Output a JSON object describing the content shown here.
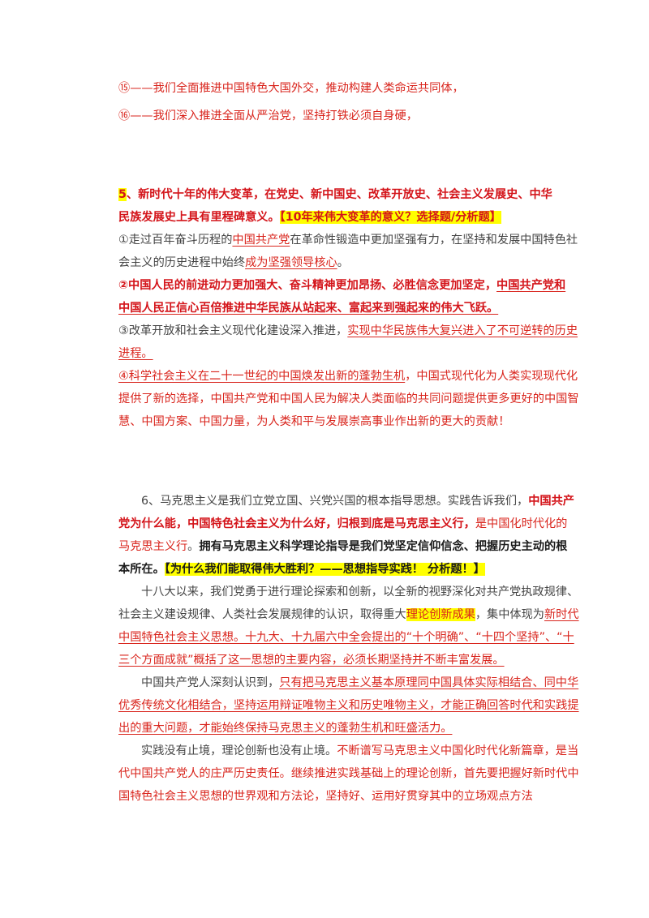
{
  "item15": "⑮——我们全面推进中国特色大国外交，推动构建人类命运共同体，",
  "item16": "⑯——我们深入推进全面从严治党，坚持打铁必须自身硬，",
  "s5": {
    "num": "5",
    "head_a": "、新时代十年的伟大变革，在党史、新中国史、改革开放史、社会主义发展史、中华",
    "head_b": "民族发展史上具有里程碑意义。",
    "tag": "【10年来伟大变革的意义？选择题/分析题】",
    "p1a_1": "①走过百年奋斗历程的",
    "p1a_2": "中国共产党",
    "p1a_3": "在革命性锻造中更加坚强有力，在坚持和发展中国特色社",
    "p1b_1": "会主义的历史进程中始终",
    "p1b_2": "成为坚强领导核心",
    "p1b_3": "。",
    "p2a_1": "②中国人民的前进动力更加强大、奋斗精神更加昂扬、必胜信念更加坚定，",
    "p2a_2": "中国共产党和",
    "p2b": "中国人民正信心百倍推进中华民族从站起来、富起来到强起来的伟大飞跃。",
    "p3a_1": "③改革开放和社会主义现代化建设深入推进，",
    "p3a_2": "实现中华民族伟大复兴进入了不可逆转的历史",
    "p3b": "进程。",
    "p4a_1": "④科学社会主义在二十一世纪的中国焕发出新的蓬勃生机",
    "p4a_2": "，中国式现代化为人类实现现代化",
    "p4b": "提供了新的选择，中国共产党和中国人民为解决人类面临的共同问题提供更多更好的中国智",
    "p4c": "慧、中国方案、中国力量，为人类和平与发展崇高事业作出新的更大的贡献！"
  },
  "s6": {
    "l1_1": "6、马克思主义是我们立党立国、兴党兴国的根本指导思想。实践告诉我们，",
    "l1_2": "中国共产",
    "l2_1": "党为什么能，中国特色社会主义为什么好，归根到底是马克思主义行，",
    "l2_2": "是中国化时代化的",
    "l3_1": "马克思主义行",
    "l3_2": "。",
    "l3_3": "拥有马克思主义科学理论指导是我们党坚定信仰信念、把握历史主动的根",
    "l4_1": "本所在。",
    "l4_2": "【为什么我们能取得伟大胜利？——思想指导实践！ 分析题！】",
    "p2a": "十八大以来，我们党勇于进行理论探索和创新，以全新的视野深化对共产党执政规律、",
    "p2b_1": "社会主义建设规律、人类社会发展规律的认识，取得重大",
    "p2b_2": "理论创新成果",
    "p2b_3": "，集中体现为",
    "p2b_4": "新时代",
    "p2c": "中国特色社会主义思想。十九大、十九届六中全会提出的“十个明确”、“十四个坚持”、“十",
    "p2d": "三个方面成就”概括了这一思想的主要内容，必须长期坚持并不断丰富发展。",
    "p3a_1": "中国共产党人深刻认识到，",
    "p3a_2": "只有把马克思主义基本原理同中国具体实际相结合、同中华",
    "p3b": "优秀传统文化相结合，坚持运用辩证唯物主义和历史唯物主义，才能正确回答时代和实践提",
    "p3c": "出的重大问题，才能始终保持马克思主义的蓬勃生机和旺盛活力。",
    "p4a_1": "实践没有止境，理论创新也没有止境。",
    "p4a_2": "不断谱写马克思主义中国化时代化新篇章，是当",
    "p4b": "代中国共产党人的庄严历史责任。继续推进实践基础上的理论创新，首先要把握好新时代中",
    "p4c": "国特色社会主义思想的世界观和方法论，坚持好、运用好贯穿其中的立场观点方法"
  }
}
